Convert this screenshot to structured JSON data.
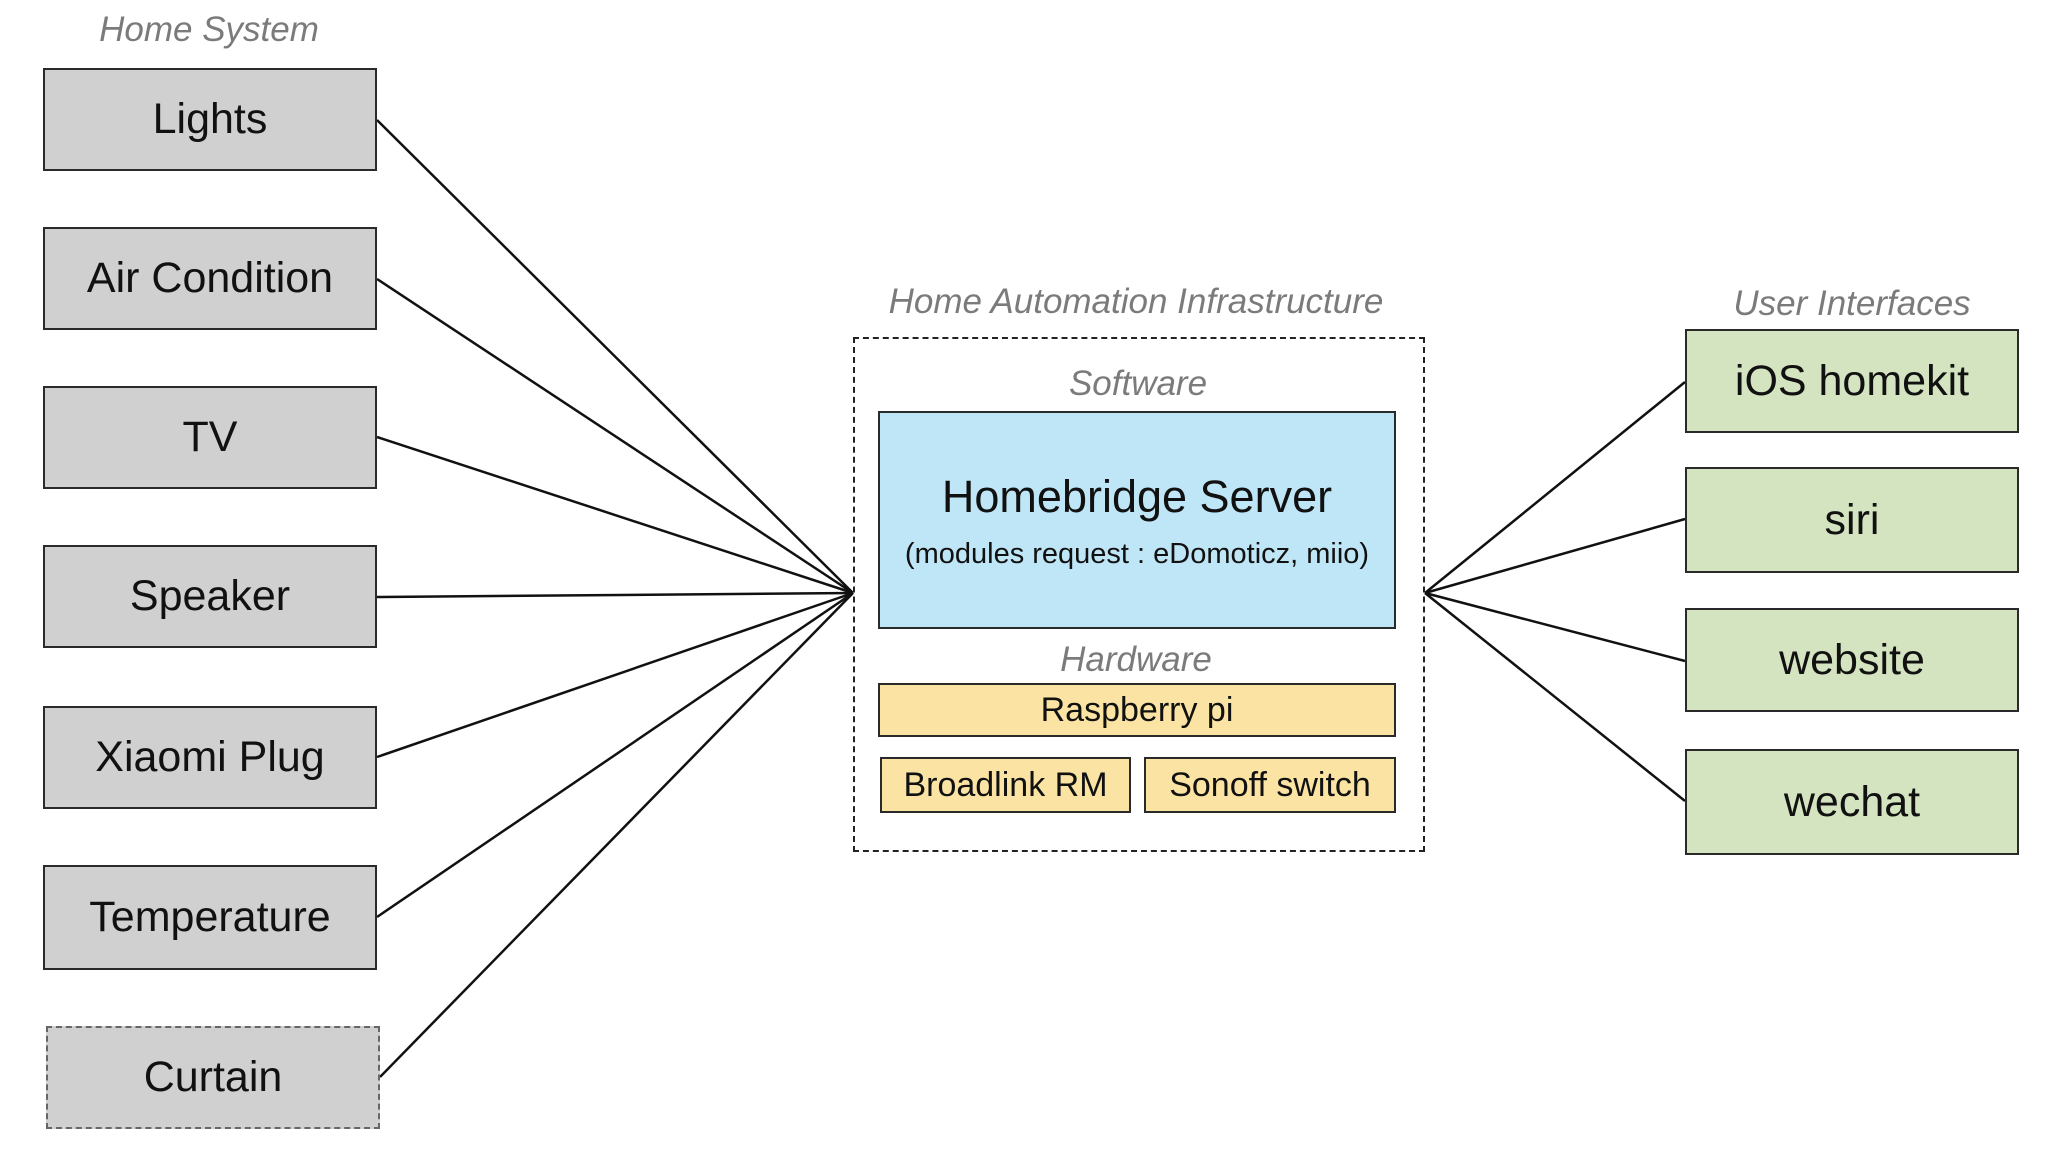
{
  "headings": {
    "home_system": "Home System",
    "infrastructure": "Home Automation Infrastructure",
    "software": "Software",
    "hardware": "Hardware",
    "user_interfaces": "User Interfaces"
  },
  "home_system": {
    "items": [
      "Lights",
      "Air Condition",
      "TV",
      "Speaker",
      "Xiaomi Plug",
      "Temperature",
      "Curtain"
    ]
  },
  "software": {
    "server_title": "Homebridge Server",
    "server_subtitle": "(modules request : eDomoticz, miio)"
  },
  "hardware": {
    "main": "Raspberry pi",
    "left": "Broadlink RM",
    "right": "Sonoff switch"
  },
  "user_interfaces": {
    "items": [
      "iOS homekit",
      "siri",
      "website",
      "wechat"
    ]
  },
  "colors": {
    "device_box": "#d0d0d0",
    "interface_box": "#d4e4c0",
    "server_box": "#bfe6f6",
    "hardware_box": "#fbe3a3",
    "heading_text": "#7b7b7b"
  }
}
